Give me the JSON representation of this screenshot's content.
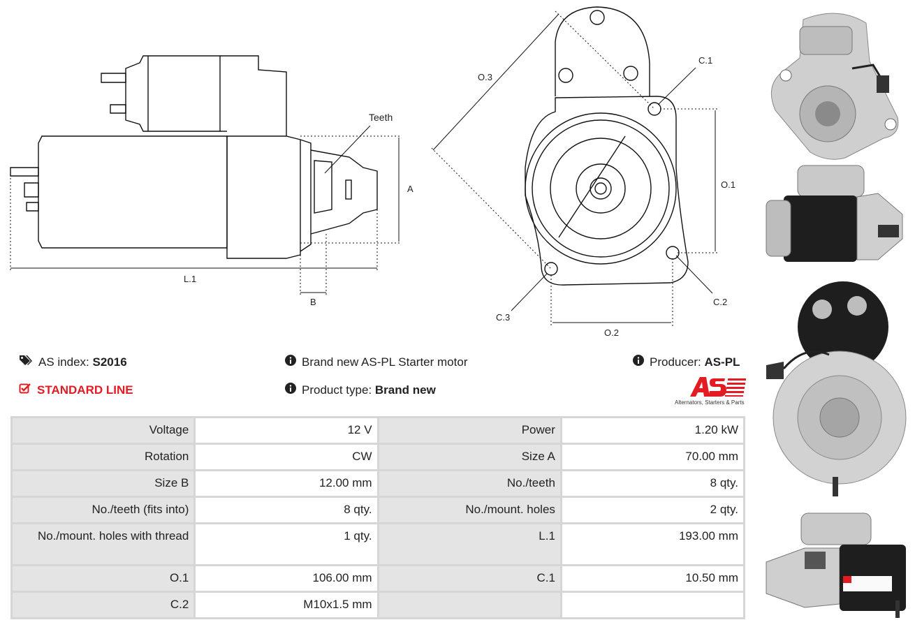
{
  "drawing": {
    "labels": {
      "teeth": "Teeth",
      "a": "A",
      "b": "B",
      "l1": "L.1",
      "o1": "O.1",
      "o2": "O.2",
      "o3": "O.3",
      "c1": "C.1",
      "c2": "C.2",
      "c3": "C.3"
    }
  },
  "info": {
    "as_index_label": "AS index:",
    "as_index_value": "S2016",
    "standard_line": "STANDARD LINE",
    "description": "Brand new AS-PL Starter motor",
    "product_type_label": "Product type:",
    "product_type_value": "Brand new",
    "producer_label": "Producer:",
    "producer_value": "AS-PL"
  },
  "logo": {
    "tagline": "Alternators, Starters & Parts",
    "color": "#e31b23"
  },
  "specs": {
    "rows": [
      {
        "k1": "Voltage",
        "v1": "12 V",
        "k2": "Power",
        "v2": "1.20 kW"
      },
      {
        "k1": "Rotation",
        "v1": "CW",
        "k2": "Size A",
        "v2": "70.00 mm"
      },
      {
        "k1": "Size B",
        "v1": "12.00 mm",
        "k2": "No./teeth",
        "v2": "8 qty."
      },
      {
        "k1": "No./teeth (fits into)",
        "v1": "8 qty.",
        "k2": "No./mount. holes",
        "v2": "2 qty."
      },
      {
        "k1": "No./mount. holes with thread",
        "v1": "1 qty.",
        "k2": "L.1",
        "v2": "193.00 mm"
      },
      {
        "k1": "O.1",
        "v1": "106.00 mm",
        "k2": "C.1",
        "v2": "10.50 mm"
      },
      {
        "k1": "C.2",
        "v1": "M10x1.5 mm",
        "k2": "",
        "v2": ""
      }
    ]
  },
  "photos": [
    {
      "name": "Front flange view",
      "icon": "starter-front-photo"
    },
    {
      "name": "Side view",
      "icon": "starter-side-photo"
    },
    {
      "name": "Rear view",
      "icon": "starter-rear-photo"
    },
    {
      "name": "Side view with label",
      "icon": "starter-side-label-photo"
    }
  ]
}
